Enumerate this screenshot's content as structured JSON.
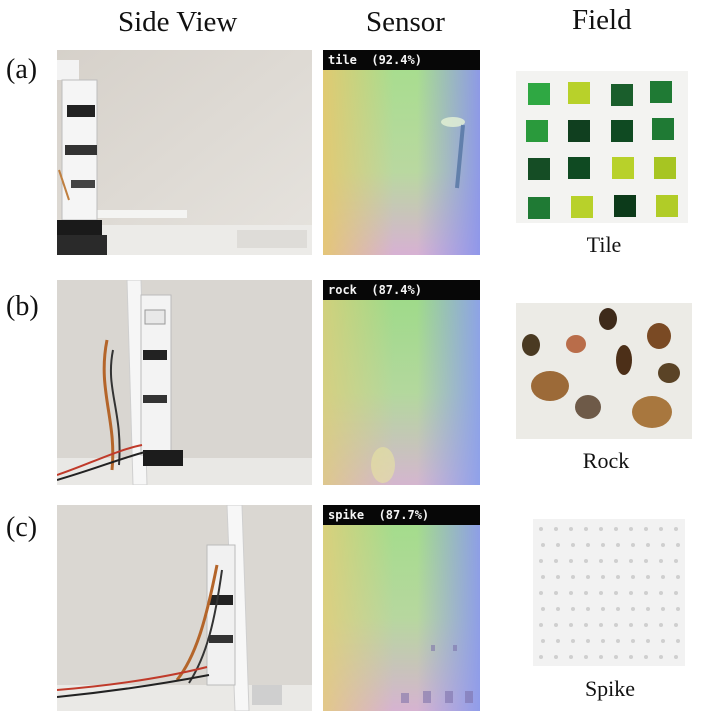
{
  "headers": {
    "side_view": "Side View",
    "sensor": "Sensor",
    "field": "Field"
  },
  "rows": [
    {
      "label": "(a)",
      "sensor_text": "tile  (92.4%)",
      "field_label": "Tile"
    },
    {
      "label": "(b)",
      "sensor_text": "rock  (87.4%)",
      "field_label": "Rock"
    },
    {
      "label": "(c)",
      "sensor_text": "spike  (87.7%)",
      "field_label": "Spike"
    }
  ],
  "colors": {
    "tile_dark": "#0f4a22",
    "tile_mid": "#1f7a34",
    "tile_bright": "#2fa843",
    "tile_yellow": "#b8d12a",
    "rock_brown": "#8a5a2f",
    "rock_dark": "#3e2a1a",
    "spike_bg": "#f2f2f2"
  }
}
